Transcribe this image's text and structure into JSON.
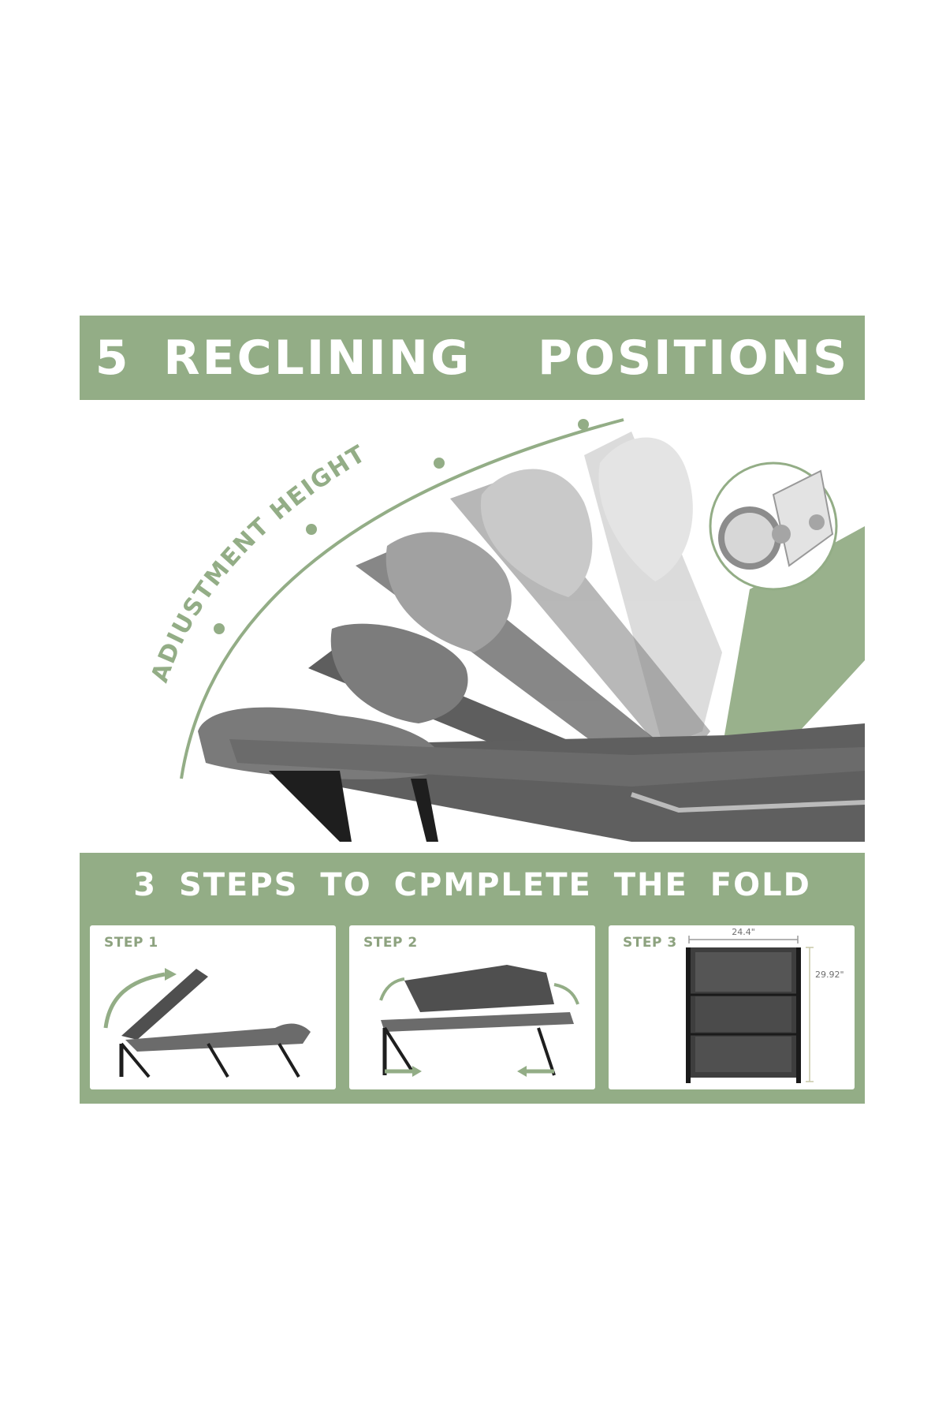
{
  "title": "5 RECLINING  POSITIONS",
  "arc_label": "ADIUSTMENT HEIGHT",
  "steps_title": "3 STEPS TO CPMPLETE THE FOLD",
  "steps": [
    {
      "label": "STEP 1"
    },
    {
      "label": "STEP 2"
    },
    {
      "label": "STEP 3",
      "width_dim": "24.4\"",
      "height_dim": "29.92\""
    }
  ],
  "colors": {
    "accent_green": "#93ad86",
    "cot_gray": "#6e6e6e",
    "frame_black": "#1e1e1e"
  },
  "recline_positions": 5
}
